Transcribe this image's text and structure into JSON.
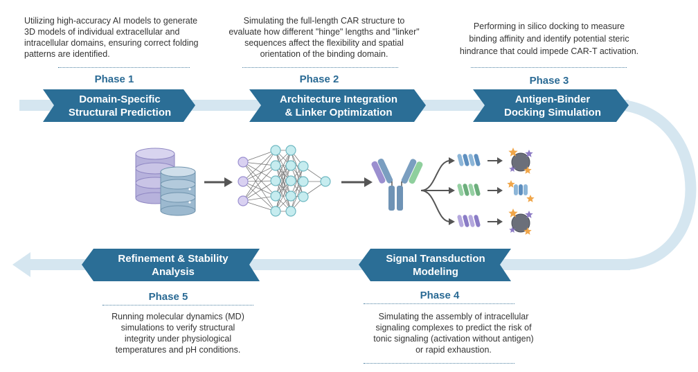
{
  "phases": [
    {
      "phase_label": "Phase 1",
      "title_line1": "Domain-Specific",
      "title_line2": "Structural Prediction",
      "description": [
        "Utilizing high-accuracy AI models to generate",
        "3D models of individual extracellular and",
        "intracellular domains, ensuring correct folding",
        "patterns are identified."
      ]
    },
    {
      "phase_label": "Phase 2",
      "title_line1": "Architecture Integration",
      "title_line2": "& Linker Optimization",
      "description": [
        "Simulating the full-length CAR structure to",
        "evaluate how different \"hinge\" lengths and \"linker\"",
        "sequences affect the flexibility and spatial",
        "orientation of the binding domain."
      ]
    },
    {
      "phase_label": "Phase 3",
      "title_line1": "Antigen-Binder",
      "title_line2": "Docking Simulation",
      "description": [
        "Performing in silico docking to measure",
        "binding affinity and identify potential steric",
        "hindrance that could impede CAR-T activation."
      ]
    },
    {
      "phase_label": "Phase 4",
      "title_line1": "Signal Transduction",
      "title_line2": "Modeling",
      "description": [
        "Simulating the assembly of intracellular",
        "signaling complexes to predict the risk of",
        "tonic signaling (activation without antigen)",
        "or rapid exhaustion."
      ]
    },
    {
      "phase_label": "Phase 5",
      "title_line1": "Refinement & Stability",
      "title_line2": "Analysis",
      "description": [
        "Running molecular dynamics (MD)",
        "simulations to verify structural",
        "integrity under physiological",
        "temperatures and pH conditions."
      ]
    }
  ],
  "colors": {
    "banner": "#2b6e96",
    "track": "#d5e6f0",
    "accent": "#2a6a94",
    "db_purple": "#b7b2dc",
    "db_blue": "#9cb9cf",
    "node_purple": "#d9d1f1",
    "node_teal": "#c6ecef",
    "star_orange": "#f0a64a",
    "star_purple": "#8c7bc4",
    "cell_gray": "#6b6f7a"
  },
  "icons": [
    "database-icon",
    "neural-network-icon",
    "antibody-icon",
    "protein-docking-icon"
  ]
}
